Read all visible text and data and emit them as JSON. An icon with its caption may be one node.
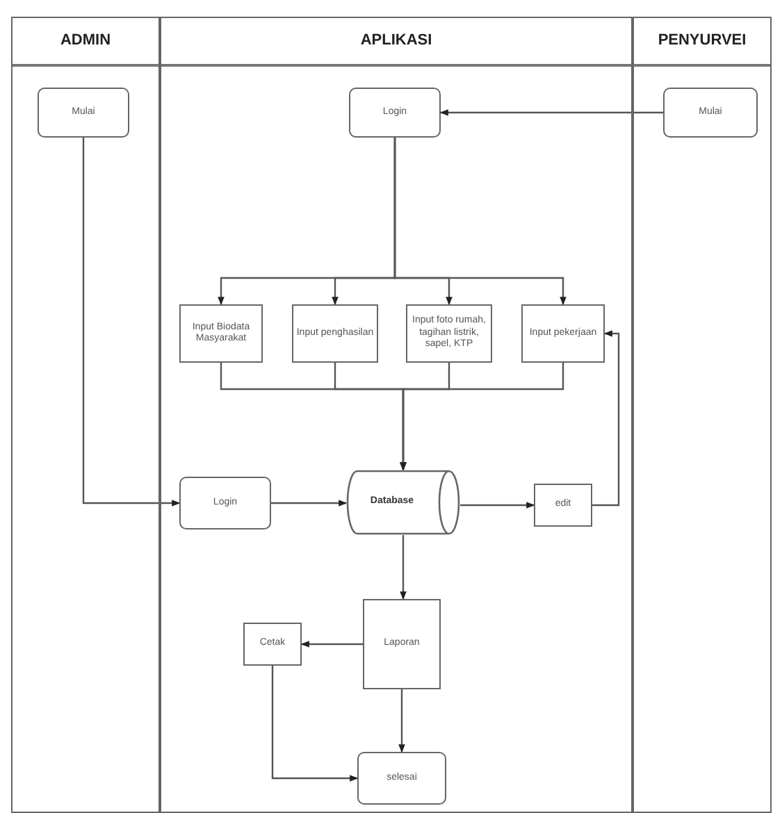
{
  "diagram": {
    "nodes": [
      {
        "text": [
          "ADMIN"
        ]
      },
      {
        "text": [
          "APLIKASI"
        ]
      },
      {
        "text": [
          "PENYURVEI"
        ]
      },
      {
        "text": [
          "Mulai"
        ],
        "in": 0
      },
      {
        "text": [
          "Login"
        ],
        "in": 1
      },
      {
        "text": [
          "Mulai"
        ],
        "in": 2
      },
      {
        "text": [
          "Input Biodata Masyarakat"
        ],
        "in": 1
      },
      {
        "text": [
          "Input penghasilan"
        ],
        "in": 1
      },
      {
        "text": [
          "Input foto rumah, tagihan listrik, sapel, KTP"
        ],
        "in": 1
      },
      {
        "text": [
          "Input pekerjaan"
        ],
        "in": 1
      },
      {
        "text": [
          "Login"
        ],
        "in": 1
      },
      {
        "text": [
          "Database"
        ],
        "in": 1
      },
      {
        "text": [
          "edit"
        ],
        "in": 1
      },
      {
        "text": [
          "Laporan"
        ],
        "in": 1
      },
      {
        "text": [
          "Cetak"
        ],
        "in": 1
      },
      {
        "text": [
          "selesai"
        ],
        "in": 1
      }
    ],
    "edges": [
      {
        "from": 5,
        "to": 4,
        "arrow": "to"
      },
      {
        "from": 4,
        "to": 6,
        "arrow": "to"
      },
      {
        "from": 4,
        "to": 7,
        "arrow": "to"
      },
      {
        "from": 4,
        "to": 8,
        "arrow": "to"
      },
      {
        "from": 4,
        "to": 9,
        "arrow": "to"
      },
      {
        "from": 6,
        "to": 11,
        "arrow": "to"
      },
      {
        "from": 7,
        "to": 11,
        "arrow": "to"
      },
      {
        "from": 8,
        "to": 11,
        "arrow": "to"
      },
      {
        "from": 9,
        "to": 11,
        "arrow": "to"
      },
      {
        "from": 3,
        "to": 10,
        "arrow": "to"
      },
      {
        "from": 10,
        "to": 11,
        "arrow": "to"
      },
      {
        "from": 11,
        "to": 12,
        "arrow": "to"
      },
      {
        "from": 12,
        "to": 9,
        "arrow": "to"
      },
      {
        "from": 11,
        "to": 13,
        "arrow": "to"
      },
      {
        "from": 13,
        "to": 14,
        "arrow": "to"
      },
      {
        "from": 13,
        "to": 15,
        "arrow": "to"
      },
      {
        "from": 14,
        "to": 15,
        "arrow": "to"
      }
    ]
  }
}
